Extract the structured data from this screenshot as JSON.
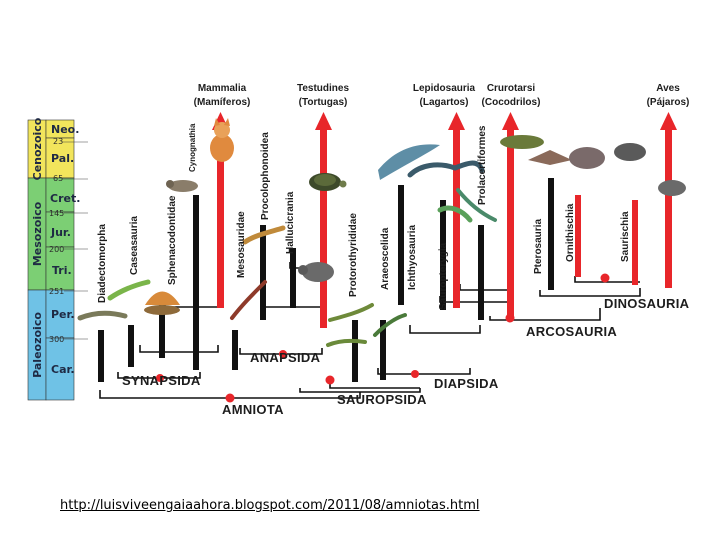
{
  "colors": {
    "cenozoic": "#f2e55c",
    "mesozoic": "#7ccf74",
    "paleozoic": "#6fc2e6",
    "lineage": "#111111",
    "surviving": "#e8262a",
    "node": "#e8262a"
  },
  "timescale": {
    "eras": [
      {
        "id": "cenozoico",
        "label": "Cenozoico"
      },
      {
        "id": "mesozoico",
        "label": "Mesozoico"
      },
      {
        "id": "paleozoico",
        "label": "Paleozoico"
      }
    ],
    "periods": [
      {
        "id": "neo",
        "label": "Neo."
      },
      {
        "id": "pal",
        "label": "Pal."
      },
      {
        "id": "cret",
        "label": "Cret."
      },
      {
        "id": "jur",
        "label": "Jur."
      },
      {
        "id": "tri",
        "label": "Tri."
      },
      {
        "id": "per",
        "label": "Per."
      },
      {
        "id": "car",
        "label": "Car."
      }
    ],
    "ages": [
      "23",
      "65",
      "145",
      "200",
      "251",
      "300"
    ]
  },
  "top_taxa": [
    {
      "id": "mammalia",
      "name": "Mammalia",
      "common": "(Mamíferos)"
    },
    {
      "id": "testudines",
      "name": "Testudines",
      "common": "(Tortugas)"
    },
    {
      "id": "lepidosauria",
      "name": "Lepidosauria",
      "common": "(Lagartos)"
    },
    {
      "id": "crurotarsi",
      "name": "Crurotarsi",
      "common": "(Cocodrilos)"
    },
    {
      "id": "aves",
      "name": "Aves",
      "common": "(Pájaros)"
    }
  ],
  "branch_labels": [
    {
      "id": "diadectomorpha",
      "label": "Diadectomorpha"
    },
    {
      "id": "caseasauria",
      "label": "Caseasauria"
    },
    {
      "id": "sphenacodontidae",
      "label": "Sphenacodontidae"
    },
    {
      "id": "cynognathia",
      "label": "Cynognathia"
    },
    {
      "id": "mesosauridae",
      "label": "Mesosauridae"
    },
    {
      "id": "procolophonoidea",
      "label": "Procolophonoidea"
    },
    {
      "id": "hallucicrania",
      "label": "Hallucicrania"
    },
    {
      "id": "protorothyrididae",
      "label": "Protorothyrididae"
    },
    {
      "id": "araeoscelida",
      "label": "Araeoscelida"
    },
    {
      "id": "ichthyosauria",
      "label": "Ichthyosauria"
    },
    {
      "id": "sauropterygia",
      "label": "Sauropterygia"
    },
    {
      "id": "prolacertiformes",
      "label": "Prolacertiformes"
    },
    {
      "id": "pterosauria",
      "label": "Pterosauria"
    },
    {
      "id": "ornithischia",
      "label": "Ornithischia"
    },
    {
      "id": "saurischia",
      "label": "Saurischia"
    }
  ],
  "clades": [
    {
      "id": "amniota",
      "label": "AMNIOTA"
    },
    {
      "id": "synapsida",
      "label": "SYNAPSIDA"
    },
    {
      "id": "anapsida",
      "label": "ANAPSIDA"
    },
    {
      "id": "sauropsida",
      "label": "SAUROPSIDA"
    },
    {
      "id": "diapsida",
      "label": "DIAPSIDA"
    },
    {
      "id": "arcosauria",
      "label": "ARCOSAURIA"
    },
    {
      "id": "dinosauria",
      "label": "DINOSAURIA"
    }
  ],
  "source": {
    "url": "http://luisviveengaiaahora.blogspot.com/2011/08/amniotas.html"
  }
}
